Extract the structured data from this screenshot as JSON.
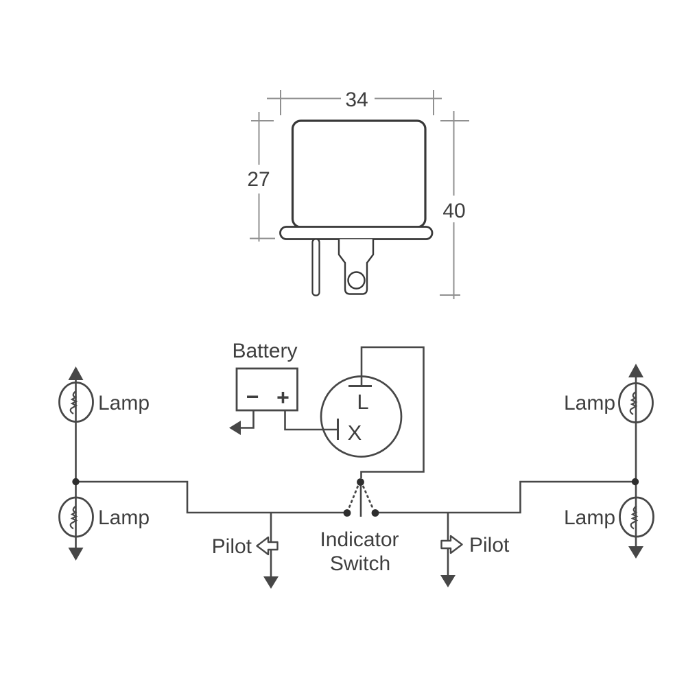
{
  "drawing": {
    "dimensions": {
      "width": "34",
      "body_height": "27",
      "total_height": "40"
    }
  },
  "circuit": {
    "battery": {
      "label": "Battery",
      "negative": "−",
      "positive": "+"
    },
    "flasher": {
      "terminal_top": "L",
      "terminal_left": "X"
    },
    "lamp_label": "Lamp",
    "pilot_label": "Pilot",
    "indicator_switch": {
      "line1": "Indicator",
      "line2": "Switch"
    }
  },
  "colors": {
    "background": "#ffffff",
    "circuit_line": "#474747",
    "drawing_line": "#383838",
    "dimension_line": "#909090",
    "text": "#3f3f3f"
  }
}
